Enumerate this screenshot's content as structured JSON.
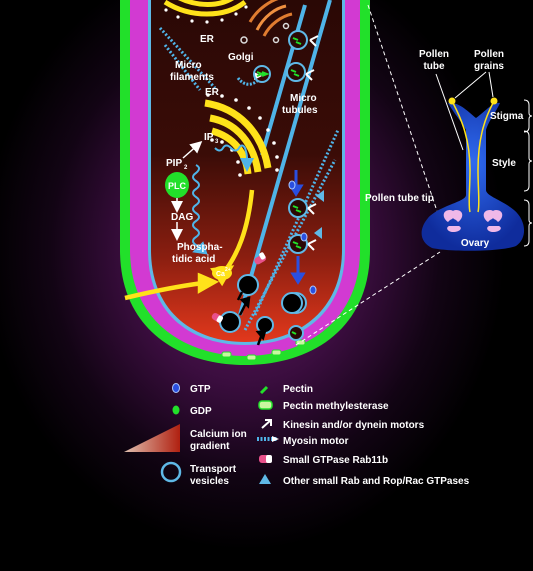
{
  "cell_labels": {
    "er_top": "ER",
    "golgi": "Golgi",
    "micro_filaments_1": "Micro",
    "micro_filaments_2": "filaments",
    "er_mid": "ER",
    "micro_tubules_1": "Micro",
    "micro_tubules_2": "tubules",
    "ip3": "IP",
    "ip3_sub": "3",
    "pip2": "PIP",
    "pip2_sub": "2",
    "plc": "PLC",
    "dag": "DAG",
    "phosphatidic_1": "Phospha-",
    "phosphatidic_2": "tidic acid",
    "ca_ion": "Ca",
    "ca_sup": "2+"
  },
  "inset": {
    "pollen_tube_1": "Pollen",
    "pollen_tube_2": "tube",
    "pollen_grains_1": "Pollen",
    "pollen_grains_2": "grains",
    "stigma": "Stigma",
    "style": "Style",
    "ovary": "Ovary",
    "pollen_tube_tip": "Pollen tube tip"
  },
  "legend": {
    "gtp": "GTP",
    "gdp": "GDP",
    "calcium_1": "Calcium ion",
    "calcium_2": "gradient",
    "vesicles_1": "Transport",
    "vesicles_2": "vesicles",
    "pectin": "Pectin",
    "pectin_methylesterase": "Pectin methylesterase",
    "kinesin": "Kinesin and/or dynein motors",
    "myosin": "Myosin motor",
    "rab11b": "Small GTPase Rab11b",
    "rop": "Other small Rab and Rop/Rac GTPases"
  },
  "colors": {
    "cell_wall_green": "#22e02a",
    "membrane_magenta": "#d23ad2",
    "cytoplasm_dark": "#3a0a06",
    "cytoplasm_tip": "#d0301a",
    "vesicle_outline": "#5fb8e6",
    "microtubule_blue": "#4fb4e8",
    "er_yellow": "#ffe21a",
    "ovary_blue": "#1a44c8"
  }
}
